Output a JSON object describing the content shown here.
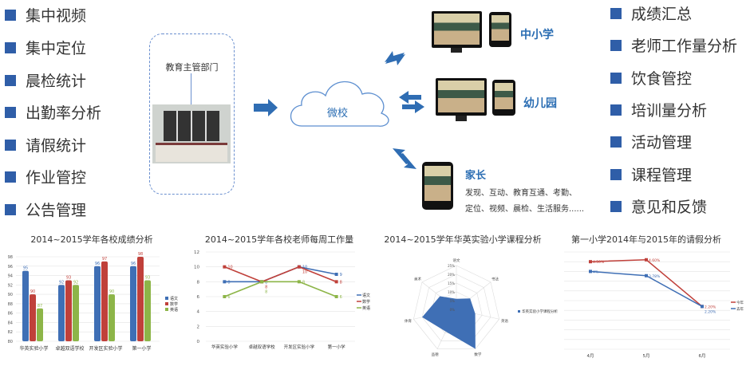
{
  "left_list": [
    "集中视频",
    "集中定位",
    "晨检统计",
    "出勤率分析",
    "请假统计",
    "作业管控",
    "公告管理"
  ],
  "right_list": [
    "成绩汇总",
    "老师工作量分析",
    "饮食管控",
    "培训量分析",
    "活动管理",
    "课程管理",
    "意见和反馈"
  ],
  "authority": {
    "label": "教育主管部门"
  },
  "cloud": {
    "label": "微校"
  },
  "targets": {
    "school": "中小学",
    "kindergarten": "幼儿园",
    "parent": "家长",
    "parent_desc_1": "发现、互动、教育互通、考勤、",
    "parent_desc_2": "定位、视频、晨检、生活服务......"
  },
  "colors": {
    "accent": "#2f5ea8",
    "blue": "#3f6fb5",
    "red": "#c0403a",
    "green": "#8db548"
  },
  "chart_data": [
    {
      "type": "bar",
      "title": "2014~2015学年各校成绩分析",
      "categories": [
        "华英实验小学",
        "卓越双语学校",
        "开发区实验小学",
        "第一小学"
      ],
      "series": [
        {
          "name": "语文",
          "values": [
            95,
            92,
            96,
            96
          ]
        },
        {
          "name": "数学",
          "values": [
            90,
            93,
            97,
            98
          ]
        },
        {
          "name": "英语",
          "values": [
            87,
            92,
            90,
            93
          ]
        }
      ],
      "ylim": [
        80,
        98
      ],
      "yticks": [
        80,
        82,
        84,
        86,
        88,
        90,
        92,
        94,
        96,
        98
      ],
      "legend": "right",
      "grid": true
    },
    {
      "type": "line",
      "title": "2014~2015学年各校老师每周工作量",
      "categories": [
        "华英实验小学",
        "卓越双语学校",
        "开发区实验小学",
        "第一小学"
      ],
      "series": [
        {
          "name": "语文",
          "values": [
            8,
            8,
            10,
            9
          ]
        },
        {
          "name": "数学",
          "values": [
            10,
            8,
            10,
            8
          ]
        },
        {
          "name": "英语",
          "values": [
            6,
            8,
            8,
            6
          ]
        }
      ],
      "ylim": [
        0,
        12
      ],
      "yticks": [
        0,
        2,
        4,
        6,
        8,
        10,
        12
      ],
      "legend": "right",
      "grid": true
    },
    {
      "type": "radar",
      "title": "2014~2015学年华英实验小学课程分析",
      "axes": [
        "语文",
        "书法",
        "英语",
        "数学",
        "品德",
        "体育",
        "美术"
      ],
      "series": [
        {
          "name": "华英实验小学课程分析",
          "values": [
            6,
            10,
            11,
            25,
            14,
            20,
            12
          ]
        }
      ],
      "rlim": [
        0,
        25
      ],
      "rticks": [
        "0%",
        "5%",
        "10%",
        "15%",
        "20%",
        "25%"
      ],
      "legend": "right"
    },
    {
      "type": "line",
      "title": "第一小学2014年与2015年的请假分析",
      "categories": [
        "4月",
        "5月",
        "6月"
      ],
      "series": [
        {
          "name": "今年",
          "values": [
            4.5,
            4.6,
            2.2
          ],
          "labels": [
            "4.50%",
            "4.60%",
            "2.20%"
          ]
        },
        {
          "name": "去年",
          "values": [
            4,
            3.78,
            2.2
          ],
          "labels": [
            "4%",
            "3.78%",
            "2.20%"
          ]
        }
      ],
      "ylim": [
        0,
        5
      ],
      "legend": "right",
      "grid": true
    }
  ]
}
